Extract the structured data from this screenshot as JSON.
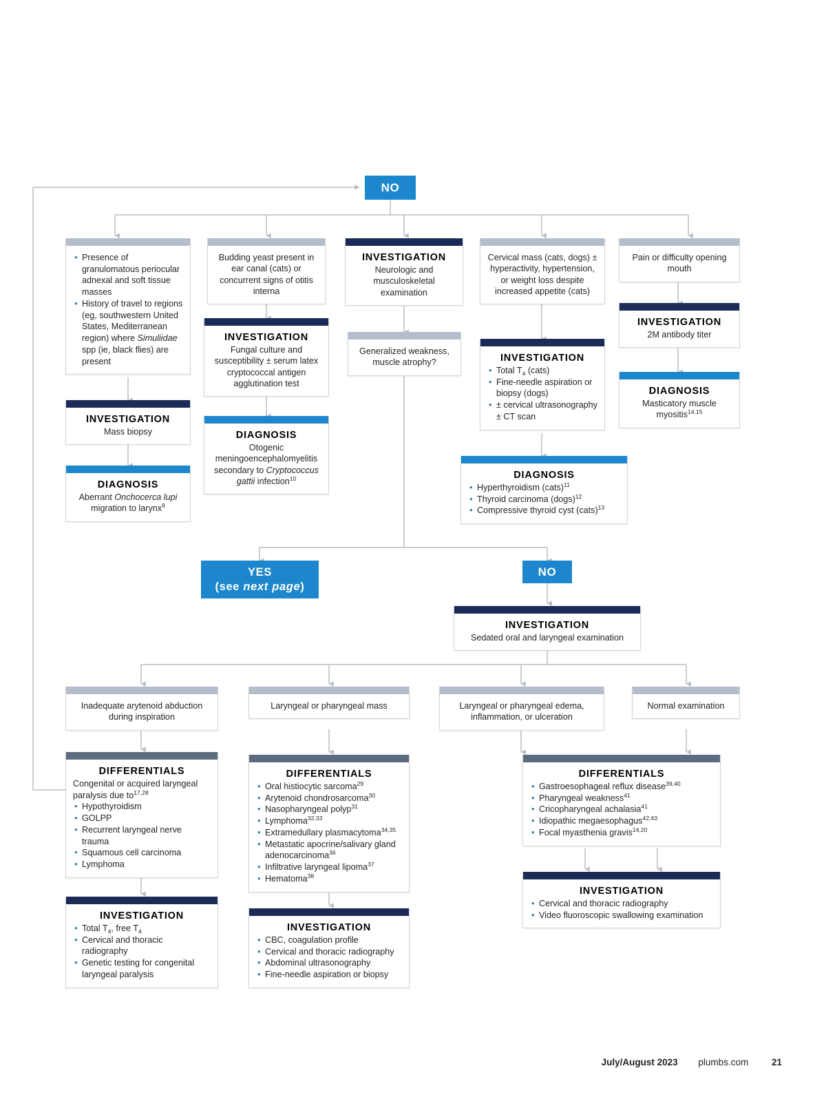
{
  "page": {
    "footer_date": "July/August 2023",
    "footer_site": "plumbs.com",
    "footer_page": "21"
  },
  "tags": {
    "no_top": "NO",
    "yes_mid": "YES",
    "yes_mid_sub_pre": "(see ",
    "yes_mid_sub_ital": "next page",
    "yes_mid_sub_post": ")",
    "no_mid": "NO"
  },
  "labels": {
    "investigation": "INVESTIGATION",
    "diagnosis": "DIAGNOSIS",
    "differentials": "DIFFERENTIALS"
  },
  "colors": {
    "navy": "#1b2a56",
    "blue": "#1c87cc",
    "grey": "#b5bdcb",
    "slate": "#5d6b80",
    "bullet": "#2a7fae",
    "line": "#b9bdc1"
  },
  "boxes": {
    "onchocerca_findings": {
      "items": [
        "Presence of granulomatous periocular adnexal and soft tissue masses",
        "History of travel to regions (eg, southwestern United States, Mediterranean region) where Simuliidae spp (ie, black flies) are present"
      ]
    },
    "mass_biopsy": {
      "title": "INVESTIGATION",
      "text": "Mass biopsy"
    },
    "onchocerca_dx": {
      "title": "DIAGNOSIS",
      "text_pre": "Aberrant ",
      "text_ital": "Onchocerca lupi",
      "text_post": " migration to larynx",
      "ref": "9"
    },
    "budding_yeast": {
      "text": "Budding yeast present in ear canal (cats) or concurrent signs of otitis interna"
    },
    "fungal_culture": {
      "title": "INVESTIGATION",
      "text": "Fungal culture and susceptibility ± serum latex cryptococcal antigen agglutination test"
    },
    "otogenic_dx": {
      "title": "DIAGNOSIS",
      "text_pre": "Otogenic meningoencephalomyelitis secondary to ",
      "text_ital": "Cryptococcus gattii",
      "text_post": " infection",
      "ref": "10"
    },
    "neuro_exam": {
      "title": "INVESTIGATION",
      "text": "Neurologic and musculoskeletal examination"
    },
    "generalized_weakness": {
      "text": "Generalized weakness, muscle atrophy?"
    },
    "cervical_mass": {
      "text": "Cervical mass (cats, dogs) ± hyperactivity, hypertension, or weight loss despite increased appetite (cats)"
    },
    "thyroid_investigation": {
      "title": "INVESTIGATION",
      "items": [
        "Total T4 (cats)",
        "Fine-needle aspiration or biopsy (dogs)",
        "± cervical ultrasonography ± CT scan"
      ]
    },
    "thyroid_dx": {
      "title": "DIAGNOSIS",
      "items": [
        {
          "text": "Hyperthyroidism (cats)",
          "ref": "11"
        },
        {
          "text": "Thyroid carcinoma (dogs)",
          "ref": "12"
        },
        {
          "text": "Compressive thyroid cyst (cats)",
          "ref": "13"
        }
      ]
    },
    "pain_opening_mouth": {
      "text": "Pain or difficulty opening mouth"
    },
    "antibody_titer": {
      "title": "INVESTIGATION",
      "text": "2M antibody titer"
    },
    "masticatory_dx": {
      "title": "DIAGNOSIS",
      "text": "Masticatory muscle myositis",
      "ref": "14,15"
    },
    "sedated_exam": {
      "title": "INVESTIGATION",
      "text": "Sedated oral and laryngeal examination"
    },
    "inadequate_arytenoid": {
      "text": "Inadequate arytenoid abduction during inspiration"
    },
    "laryngeal_mass": {
      "text": "Laryngeal or pharyngeal mass"
    },
    "laryngeal_edema": {
      "text": "Laryngeal or pharyngeal edema, inflammation, or ulceration"
    },
    "normal_exam": {
      "text": "Normal examination"
    },
    "paralysis_differentials": {
      "title": "DIFFERENTIALS",
      "lead": "Congenital or acquired laryngeal paralysis due to",
      "lead_ref": "17,28",
      "items": [
        {
          "text": "Hypothyroidism",
          "ref": ""
        },
        {
          "text": "GOLPP",
          "ref": ""
        },
        {
          "text": "Recurrent laryngeal nerve trauma",
          "ref": ""
        },
        {
          "text": "Squamous cell carcinoma",
          "ref": ""
        },
        {
          "text": "Lymphoma",
          "ref": ""
        }
      ]
    },
    "paralysis_investigation": {
      "title": "INVESTIGATION",
      "items": [
        "Total T4, free T4",
        "Cervical and thoracic radiography",
        "Genetic testing for congenital laryngeal paralysis"
      ]
    },
    "mass_differentials": {
      "title": "DIFFERENTIALS",
      "items": [
        {
          "text": "Oral histiocytic sarcoma",
          "ref": "29"
        },
        {
          "text": "Arytenoid chondrosarcoma",
          "ref": "30"
        },
        {
          "text": "Nasopharyngeal polyp",
          "ref": "31"
        },
        {
          "text": "Lymphoma",
          "ref": "32,33"
        },
        {
          "text": "Extramedullary plasmacytoma",
          "ref": "34,35"
        },
        {
          "text": "Metastatic apocrine/salivary gland adenocarcinoma",
          "ref": "36"
        },
        {
          "text": "Infiltrative laryngeal lipoma",
          "ref": "37"
        },
        {
          "text": "Hematoma",
          "ref": "38"
        }
      ]
    },
    "mass_investigation": {
      "title": "INVESTIGATION",
      "items": [
        "CBC, coagulation profile",
        "Cervical and thoracic radiography",
        "Abdominal ultrasonography",
        "Fine-needle aspiration or biopsy"
      ]
    },
    "edema_differentials": {
      "title": "DIFFERENTIALS",
      "items": [
        {
          "text": "Gastroesophageal reflux disease",
          "ref": "39,40"
        },
        {
          "text": "Pharyngeal weakness",
          "ref": "41"
        },
        {
          "text": "Cricopharyngeal achalasia",
          "ref": "41"
        },
        {
          "text": "Idiopathic megaesophagus",
          "ref": "42,43"
        },
        {
          "text": "Focal myasthenia gravis",
          "ref": "14,20"
        }
      ]
    },
    "edema_investigation": {
      "title": "INVESTIGATION",
      "items": [
        "Cervical and thoracic radiography",
        "Video fluoroscopic swallowing examination"
      ]
    }
  }
}
